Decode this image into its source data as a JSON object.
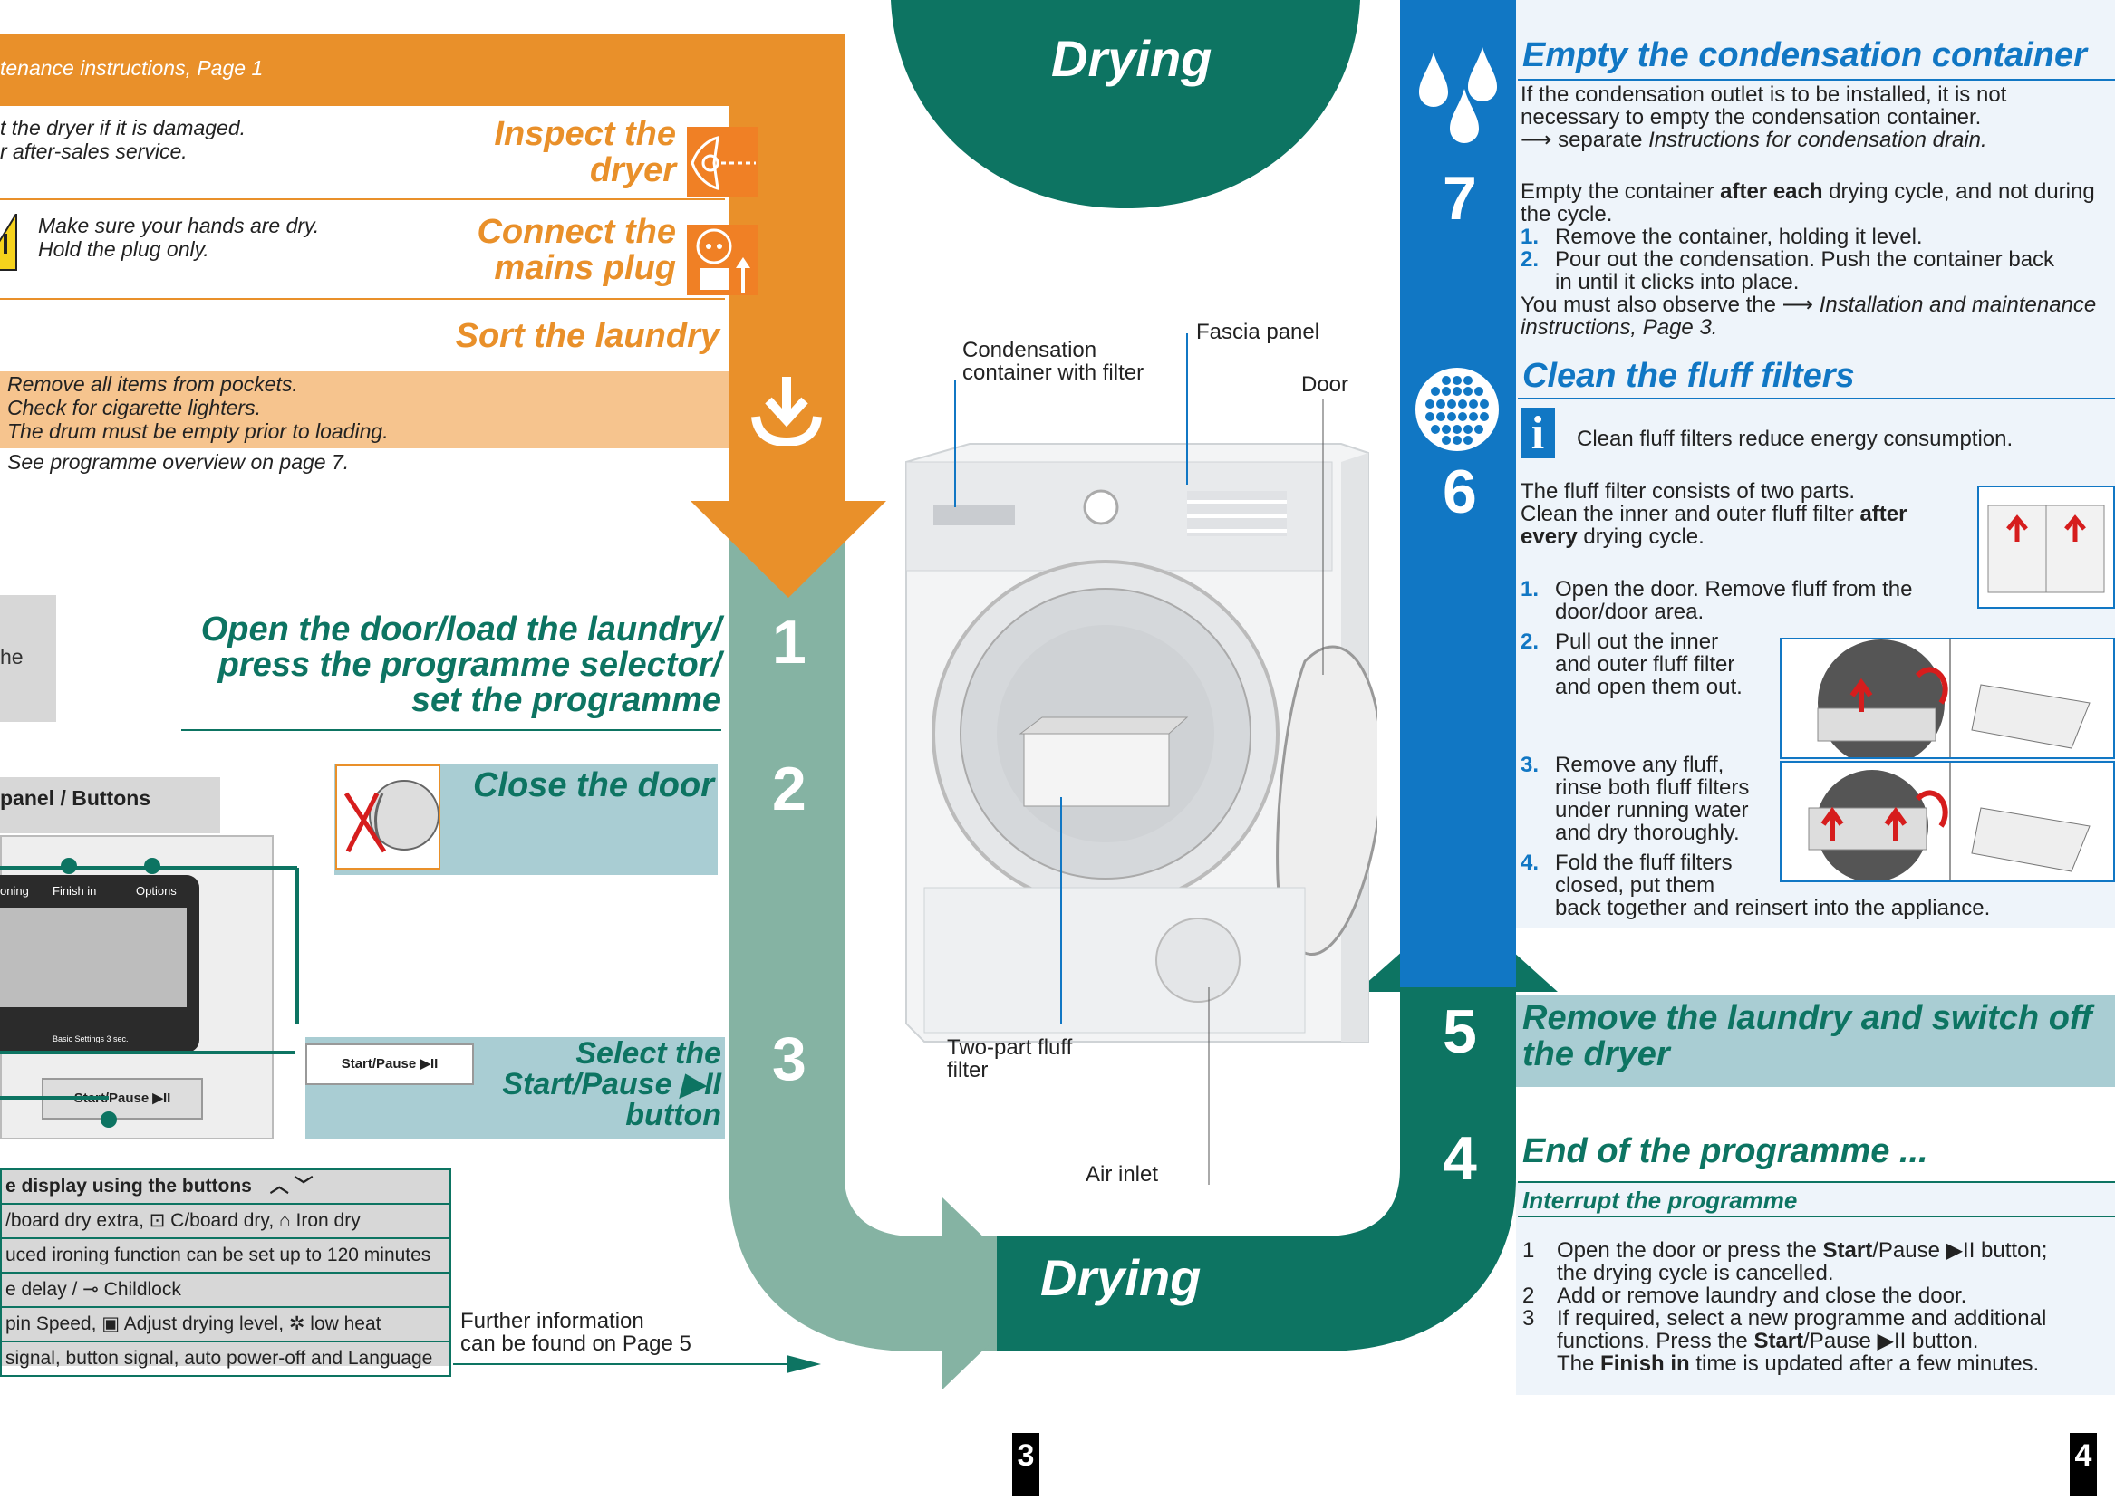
{
  "left": {
    "header": "tenance instructions, Page 1",
    "inspect": {
      "title_l1": "Inspect the",
      "title_l2": "dryer",
      "text_l1": "t the dryer if it is damaged.",
      "text_l2": "r after-sales service."
    },
    "connect": {
      "title_l1": "Connect the",
      "title_l2": "mains plug",
      "text_l1": "Make sure your hands are dry.",
      "text_l2": "Hold the plug only."
    },
    "sort": {
      "title": "Sort the laundry",
      "lines": [
        "Remove all items from pockets.",
        "Check for cigarette lighters.",
        "The drum must be empty prior to loading."
      ],
      "note": "See programme overview on page 7."
    },
    "grey_box_text": "he",
    "open": {
      "l1": "Open the door/load the laundry/",
      "l2": "press the programme selector/",
      "l3": "set the programme"
    },
    "panel_tab": "panel / Buttons",
    "lcd": {
      "tab1": "oning",
      "tab2": "Finish in",
      "tab3": "Options",
      "basic": "Basic Settings 3 sec.",
      "start_button": "Start/Pause ▶II"
    },
    "close_door": "Close the door",
    "select": {
      "l1": "Select the",
      "l2": "Start/Pause ▶II",
      "l3": "button",
      "mini_button": "Start/Pause ▶II"
    },
    "display_table": {
      "header": "e display using the buttons",
      "arrows": "︿ ﹀",
      "rows": [
        "/board dry extra, ⊡ C/board dry, ⌂ Iron dry",
        "uced ironing function can be set up to 120 minutes",
        "e delay / ⊸ Childlock",
        "pin Speed, ▣ Adjust drying level, ✲ low heat",
        "signal, button signal, auto power-off and Language"
      ]
    },
    "further": {
      "l1": "Further information",
      "l2": "can be found on Page 5"
    }
  },
  "center": {
    "top_title": "Drying",
    "bottom_title": "Drying",
    "steps": [
      "1",
      "2",
      "3"
    ],
    "labels": {
      "condensation_l1": "Condensation",
      "condensation_l2": "container with filter",
      "fascia": "Fascia panel",
      "door": "Door",
      "fluff_l1": "Two-part fluff",
      "fluff_l2": "filter",
      "air": "Air inlet"
    },
    "page_left": "3",
    "page_right": "4"
  },
  "right": {
    "steps": [
      "7",
      "6",
      "5",
      "4"
    ],
    "empty": {
      "title": "Empty the condensation container",
      "p1_l1": "If the condensation outlet is to be installed, it is not",
      "p1_l2": "necessary to empty the condensation container.",
      "p1_l3_arrow": "⟶ separate ",
      "p1_l3_ital": "Instructions for condensation drain.",
      "p2_a": "Empty the container ",
      "p2_b": "after each",
      "p2_c": " drying cycle, and not during",
      "p2_l2": "the cycle.",
      "s1_n": "1.",
      "s1": "Remove the container, holding it level.",
      "s2_n": "2.",
      "s2_l1": "Pour out the condensation. Push the container back",
      "s2_l2": "in until it clicks into place.",
      "p3_a": "You must also observe the ⟶ ",
      "p3_b": "Installation and maintenance",
      "p3_l2": "instructions, Page 3."
    },
    "fluff": {
      "title": "Clean the fluff filters",
      "info_icon": "i",
      "info": "Clean fluff filters reduce energy consumption.",
      "p1_l1": "The fluff filter consists of two parts.",
      "p1_l2_a": "Clean the inner and outer fluff filter ",
      "p1_l2_b": "after",
      "p1_l3_b": "every",
      "p1_l3_c": " drying cycle.",
      "s1_n": "1.",
      "s1_l1": "Open the door. Remove fluff from the",
      "s1_l2": "door/door area.",
      "s2_n": "2.",
      "s2_l1": "Pull out the inner",
      "s2_l2": "and outer fluff filter",
      "s2_l3": "and open them out.",
      "s3_n": "3.",
      "s3_l1": "Remove any fluff,",
      "s3_l2": "rinse both fluff filters",
      "s3_l3": "under running water",
      "s3_l4": "and dry thoroughly.",
      "s4_n": "4.",
      "s4_l1": "Fold the fluff filters",
      "s4_l2": "closed, put them",
      "s4_l3": "back together and reinsert into the appliance."
    },
    "remove": {
      "l1": "Remove the laundry and switch off",
      "l2": "the dryer"
    },
    "end": {
      "title": "End of the programme ...",
      "sub": "Interrupt the programme",
      "i1_n": "1",
      "i1_a": "Open the door or press the ",
      "i1_b": "Start",
      "i1_c": "/Pause ▶II button;",
      "i1_l2": "the drying cycle is cancelled.",
      "i2_n": "2",
      "i2": "Add or remove laundry and close the door.",
      "i3_n": "3",
      "i3_l1": "If required, select a new programme and additional",
      "i3_l2_a": "functions. Press the ",
      "i3_l2_b": "Start",
      "i3_l2_c": "/Pause ▶II button.",
      "i3_l3_a": "The ",
      "i3_l3_b": "Finish in",
      "i3_l3_c": " time is updated after a few minutes."
    }
  },
  "colors": {
    "orange": "#e9902a",
    "light_orange": "#f6c48e",
    "sage": "#85b3a3",
    "dark_green": "#0d7462",
    "blue": "#1177c4",
    "light_blue_panel": "#a9cdd3",
    "pale_blue": "#eef4fa"
  }
}
